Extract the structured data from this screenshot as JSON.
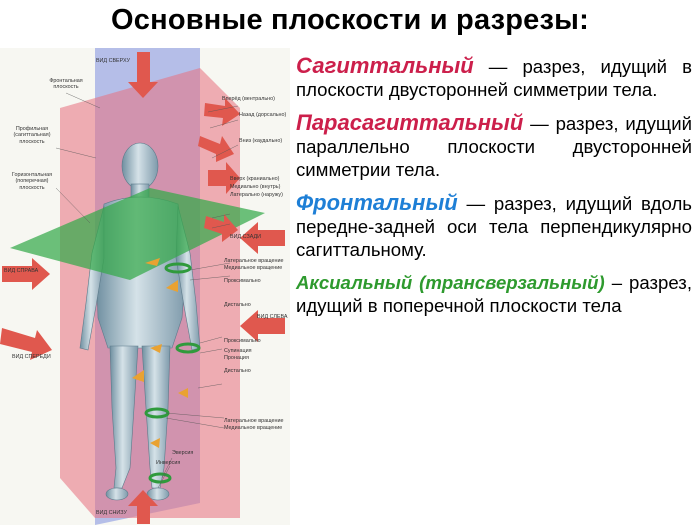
{
  "title": "Основные плоскости и разрезы:",
  "figure": {
    "labels": {
      "top_view": "ВИД СВЕРХУ",
      "frontal_plane": "Фронтальная плоскость",
      "profile_plane": "Профильная (сагиттальная) плоскость",
      "horizontal_plane": "Горизонтальная (поперечная) плоскость",
      "forward": "Вперёд (вентрально)",
      "backward": "Назад (дорсально)",
      "down": "Вниз (каудально)",
      "up": "Вверх (краниально)",
      "medial": "Медиально (внутрь)",
      "lateral": "Латерально (наружу)",
      "back_view": "ВИД СЗАДИ",
      "right_view": "ВИД СПРАВА",
      "lateral_rotation_1": "Латеральное вращение",
      "medial_rotation_1": "Медиальное вращение",
      "proximal_1": "Проксимально",
      "distal_1": "Дистально",
      "left_view": "ВИД СЛЕВА",
      "proximal_2": "Проксимально",
      "supination": "Супинация",
      "pronation": "Пронация",
      "distal_2": "Дистально",
      "front_view": "ВИД СПЕРЕДИ",
      "lateral_rotation_2": "Латеральное вращение",
      "medial_rotation_2": "Медиальное вращение",
      "eversion": "Эверсия",
      "inversion": "Инверсия",
      "bottom_view": "ВИД СНИЗУ"
    },
    "colors": {
      "sagittal_plane": "#e8707e",
      "frontal_plane": "#7f8fe0",
      "horizontal_plane": "#35a94a",
      "arrow": "#e0584e",
      "body": "#9fb8c4"
    }
  },
  "definitions": [
    {
      "term": "Сагиттальный",
      "text": " — разрез, идущий в плоскости двусторонней симметрии тела.",
      "color": "#cc1f4b"
    },
    {
      "term": "Парасагиттальный",
      "text": " — разрез, идущий параллельно плоскости двусторонней симметрии тела.",
      "color": "#cc1f4b"
    },
    {
      "term": "Фронтальный",
      "text": " — разрез, идущий вдоль передне-задней оси тела перпендикулярно сагиттальному.",
      "color": "#1e7fd6"
    },
    {
      "term": "Аксиальный (трансверзальный)",
      "text": " – разрез, идущий в поперечной плоскости тела",
      "color": "#2e9a2e"
    }
  ]
}
